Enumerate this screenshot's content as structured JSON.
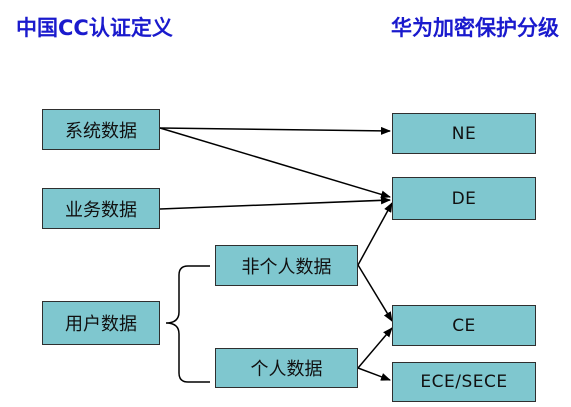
{
  "header": {
    "left_title": "中国CC认证定义",
    "right_title": "华为加密保护分级"
  },
  "sources": {
    "system_data": "系统数据",
    "business_data": "业务数据",
    "user_data": "用户数据",
    "non_personal_data": "非个人数据",
    "personal_data": "个人数据"
  },
  "targets": {
    "ne": "NE",
    "de": "DE",
    "ce": "CE",
    "ece_sece": "ECE/SECE"
  },
  "colors": {
    "box_fill": "#7fc7cf",
    "title": "#1a1acd"
  }
}
